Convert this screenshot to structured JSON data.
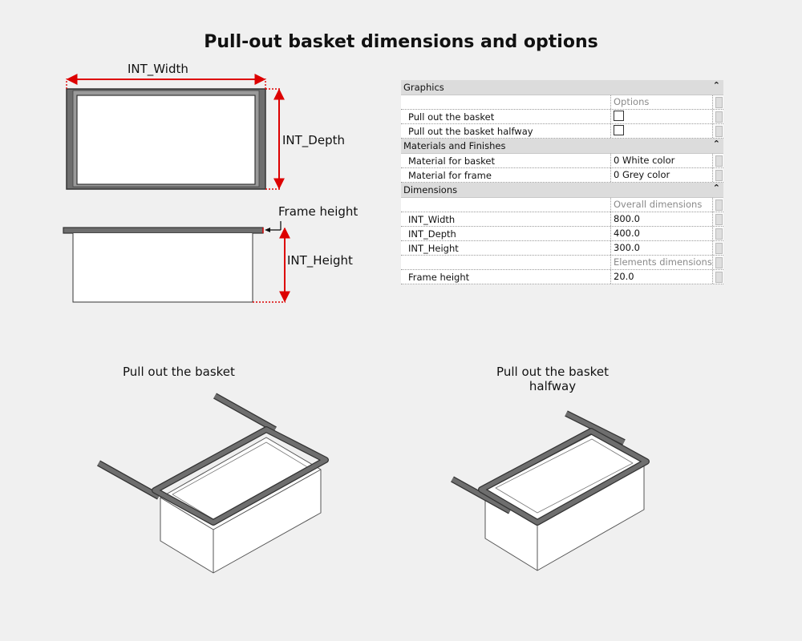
{
  "title": "Pull-out basket dimensions and options",
  "labels": {
    "int_width": "INT_Width",
    "int_depth": "INT_Depth",
    "frame_height": "Frame height",
    "int_height": "INT_Height",
    "pull_out": "Pull out the basket",
    "pull_out_halfway_line1": "Pull out the basket",
    "pull_out_halfway_line2": "halfway"
  },
  "properties": {
    "sections": [
      {
        "name": "Graphics",
        "rows": [
          {
            "name": "",
            "value": "Options",
            "kind": "group"
          },
          {
            "name": "Pull out the basket",
            "value": "",
            "kind": "checkbox"
          },
          {
            "name": "Pull out the basket halfway",
            "value": "",
            "kind": "checkbox"
          }
        ]
      },
      {
        "name": "Materials and Finishes",
        "rows": [
          {
            "name": "Material for basket",
            "value": "0 White color",
            "kind": "text"
          },
          {
            "name": "Material for frame",
            "value": "0 Grey color",
            "kind": "text"
          }
        ]
      },
      {
        "name": "Dimensions",
        "rows": [
          {
            "name": "",
            "value": "Overall dimensions",
            "kind": "group"
          },
          {
            "name": "INT_Width",
            "value": "800.0",
            "kind": "text"
          },
          {
            "name": "INT_Depth",
            "value": "400.0",
            "kind": "text"
          },
          {
            "name": "INT_Height",
            "value": "300.0",
            "kind": "text"
          },
          {
            "name": "",
            "value": "Elements dimensions",
            "kind": "group"
          },
          {
            "name": "Frame height",
            "value": "20.0",
            "kind": "text"
          }
        ]
      }
    ]
  },
  "colors": {
    "dimension": "#dd0000",
    "frame": "#6e6e6e",
    "outline": "#333333"
  }
}
